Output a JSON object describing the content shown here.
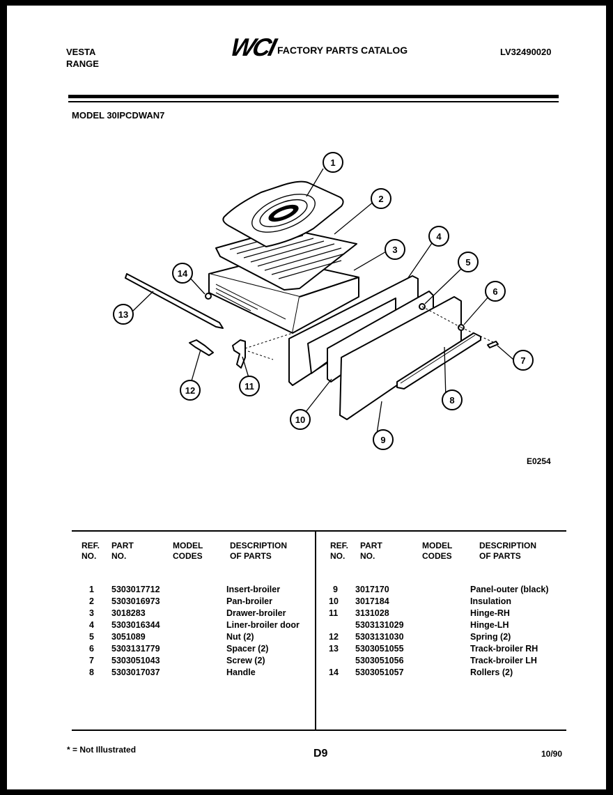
{
  "header": {
    "brand_line1": "VESTA",
    "brand_line2": "RANGE",
    "logo_text": "WCI",
    "catalog_title": "FACTORY PARTS CATALOG",
    "catalog_number": "LV32490020",
    "model_label": "MODEL 30IPCDWAN7"
  },
  "diagram": {
    "callouts": [
      "1",
      "2",
      "3",
      "4",
      "5",
      "6",
      "7",
      "8",
      "9",
      "10",
      "11",
      "12",
      "13",
      "14"
    ],
    "drawing_code": "E0254"
  },
  "table": {
    "headers": {
      "ref_no": "REF.\nNO.",
      "part_no": "PART\nNO.",
      "model_codes": "MODEL\nCODES",
      "description": "DESCRIPTION\nOF PARTS"
    },
    "left_rows": [
      {
        "ref": "1",
        "part": "5303017712",
        "desc": "Insert-broiler"
      },
      {
        "ref": "2",
        "part": "5303016973",
        "desc": "Pan-broiler"
      },
      {
        "ref": "3",
        "part": "3018283",
        "desc": "Drawer-broiler"
      },
      {
        "ref": "4",
        "part": "5303016344",
        "desc": "Liner-broiler door"
      },
      {
        "ref": "5",
        "part": "3051089",
        "desc": "Nut (2)"
      },
      {
        "ref": "6",
        "part": "5303131779",
        "desc": "Spacer (2)"
      },
      {
        "ref": "7",
        "part": "5303051043",
        "desc": "Screw (2)"
      },
      {
        "ref": "8",
        "part": "5303017037",
        "desc": "Handle"
      }
    ],
    "right_rows": [
      {
        "ref": "9",
        "part": "3017170",
        "desc": "Panel-outer (black)"
      },
      {
        "ref": "10",
        "part": "3017184",
        "desc": "Insulation"
      },
      {
        "ref": "11",
        "part": "3131028",
        "desc": "Hinge-RH"
      },
      {
        "ref": "",
        "part": "5303131029",
        "desc": "Hinge-LH"
      },
      {
        "ref": "12",
        "part": "5303131030",
        "desc": "Spring (2)"
      },
      {
        "ref": "13",
        "part": "5303051055",
        "desc": "Track-broiler RH"
      },
      {
        "ref": "",
        "part": "5303051056",
        "desc": "Track-broiler LH"
      },
      {
        "ref": "14",
        "part": "5303051057",
        "desc": "Rollers (2)"
      }
    ]
  },
  "footer": {
    "note": "* = Not Illustrated",
    "page_code": "D9",
    "date": "10/90"
  }
}
